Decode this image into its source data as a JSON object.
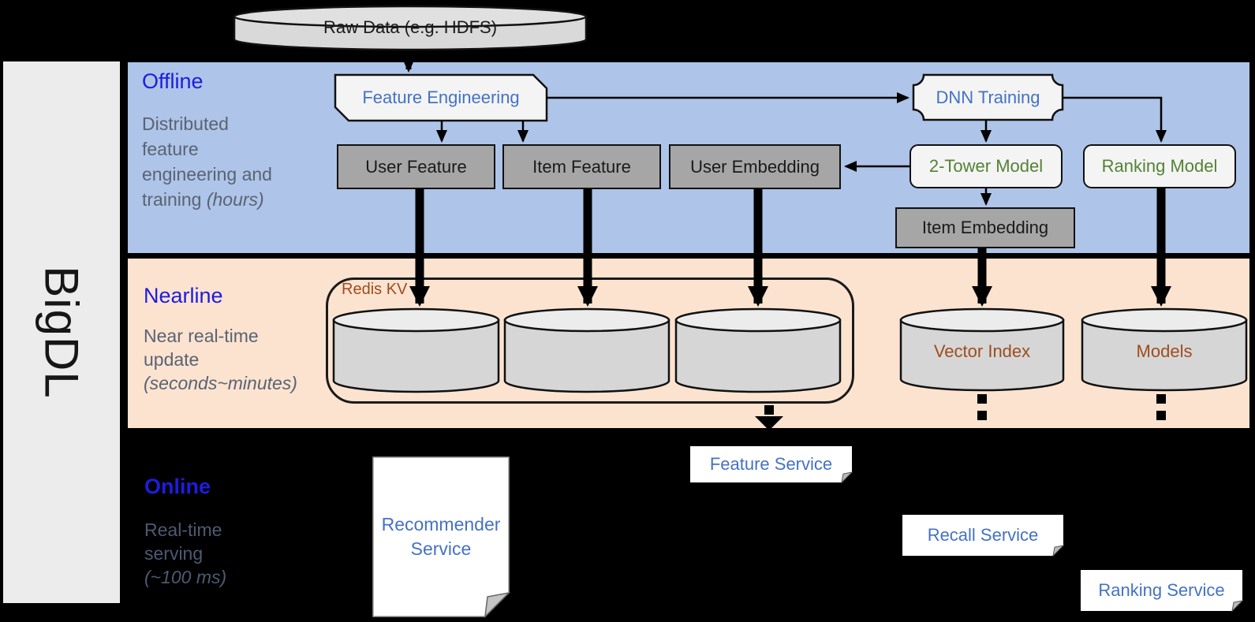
{
  "brand": "BigDL",
  "source_db": "Raw Data (e.g. HDFS)",
  "sections": {
    "offline": {
      "title": "Offline",
      "sub": [
        "Distributed",
        "feature",
        "engineering and",
        "training "
      ],
      "sub_italic": "(hours)"
    },
    "nearline": {
      "title": "Nearline",
      "sub": [
        "Near real-time",
        "update"
      ],
      "sub_italic": "(seconds~minutes)"
    },
    "online": {
      "title": "Online",
      "sub": [
        "Real-time",
        "serving"
      ],
      "sub_italic": "(~100 ms)"
    }
  },
  "nodes": {
    "feature_engineering": "Feature Engineering",
    "dnn_training": "DNN Training",
    "user_feature": "User Feature",
    "item_feature": "Item Feature",
    "user_embedding": "User Embedding",
    "two_tower_model": "2-Tower Model",
    "ranking_model": "Ranking Model",
    "item_embedding": "Item Embedding",
    "redis_kv": "Redis KV",
    "vector_index": "Vector Index",
    "models": "Models",
    "recommender_service": {
      "line1": "Recommender",
      "line2": "Service"
    },
    "feature_service": "Feature Service",
    "recall_service": "Recall Service",
    "ranking_service": "Ranking Service"
  },
  "colors": {
    "offline_bg": "#aec4e8",
    "nearline_bg": "#fbe3d0",
    "online_bg": "#000000",
    "sidebar_bg": "#ececec",
    "section_title_blue": "#1d1ddd",
    "section_subtitle_gray": "#5a6372",
    "node_text_blue": "#4472c4",
    "node_text_green": "#548235",
    "storage_text_brown": "#9e4c1e",
    "dark_node_bg": "#a6a6a6",
    "light_node_bg": "#f4f4f4",
    "service_bg": "#ffffff",
    "arrow_black": "#000000"
  }
}
